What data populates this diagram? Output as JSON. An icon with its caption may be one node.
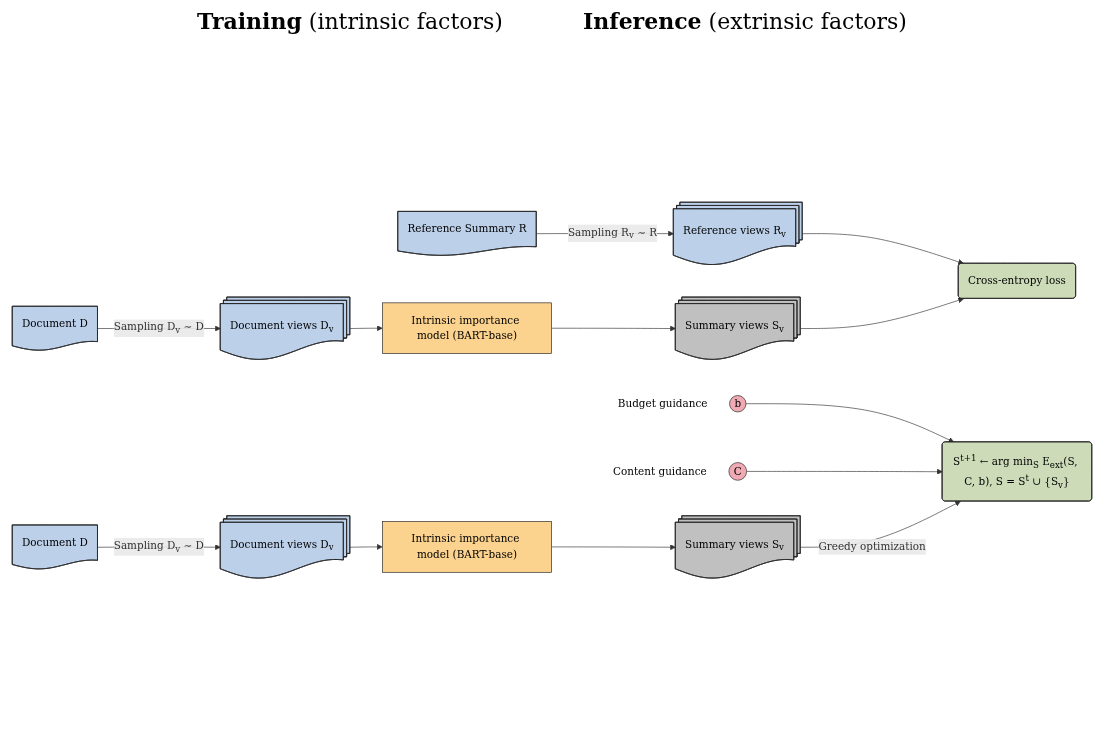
{
  "diagram": {
    "nodes": [
      {
        "text": [
          "Document D"
        ]
      },
      {
        "text": [
          "Reference Summary R"
        ]
      },
      {
        "text": [
          "Reference views R$_{v}$"
        ]
      },
      {
        "text": [
          "Document views D$_{v}$"
        ]
      },
      {
        "text": [
          "Intrinsic importance model (BART-base)"
        ]
      },
      {
        "text": [
          "Summary views S$_{v}$"
        ]
      },
      {
        "text": [
          "Cross-entropy loss"
        ]
      },
      {
        "text": [
          "Document D"
        ]
      },
      {
        "text": [
          "b"
        ],
        "beside": [
          "Budget guidance"
        ]
      },
      {
        "text": [
          "C"
        ],
        "beside": [
          "Content guidance"
        ]
      },
      {
        "text": [
          "S$^{t+1}$ ← arg min$_{S}$ E$_{ext}$(S, C, b), S = S$^{t}$ ∪ {S$_{v}$}"
        ]
      },
      {
        "text": [
          "Document views D$_{v}$"
        ]
      },
      {
        "text": [
          "Intrinsic importance model (BART-base)"
        ]
      },
      {
        "text": [
          "Summary views S$_{v}$"
        ]
      }
    ],
    "edges": [
      {
        "from": 0,
        "to": 3,
        "arrow": "to",
        "label": "Sampling D$_{v}$ ∼ D"
      },
      {
        "from": 1,
        "to": 2,
        "arrow": "to",
        "label": "Sampling R$_{v}$ ∼ R"
      },
      {
        "from": 2,
        "to": 6,
        "arrow": "to"
      },
      {
        "from": 3,
        "to": 4,
        "arrow": "to"
      },
      {
        "from": 4,
        "to": 5,
        "arrow": "to"
      },
      {
        "from": 5,
        "to": 6,
        "arrow": "to"
      },
      {
        "from": 7,
        "to": 11,
        "arrow": "to",
        "label": "Sampling D$_{v}$ ∼ D"
      },
      {
        "from": 8,
        "to": 10,
        "arrow": "to"
      },
      {
        "from": 9,
        "to": 10,
        "arrow": "to"
      },
      {
        "from": 11,
        "to": 12,
        "arrow": "to"
      },
      {
        "from": 12,
        "to": 13,
        "arrow": "to"
      },
      {
        "from": 13,
        "to": 10,
        "arrow": "to",
        "label": "Greedy optimization"
      }
    ],
    "labels": [
      "**Training** (intrinsic factors)",
      "**Inference** (extrinsic factors)"
    ]
  }
}
